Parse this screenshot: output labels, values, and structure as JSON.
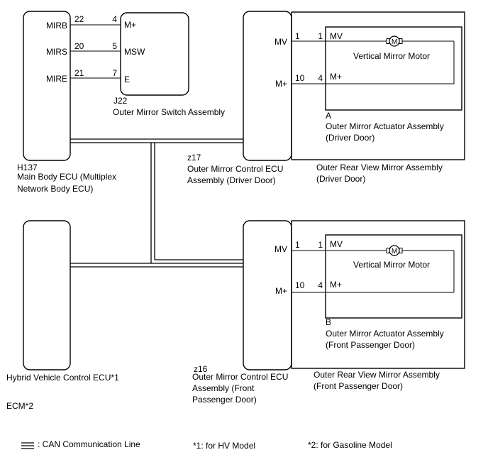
{
  "main_body_ecu": {
    "code": "H137",
    "name_line1": "Main Body ECU (Multiplex",
    "name_line2": "Network Body ECU)",
    "terminals": [
      "MIRB",
      "MIRS",
      "MIRE"
    ]
  },
  "mirror_switch": {
    "code": "J22",
    "name": "Outer Mirror Switch Assembly",
    "terminals": [
      "M+",
      "MSW",
      "E"
    ]
  },
  "wires_body_to_switch": [
    {
      "from_pin": "22",
      "to_pin": "4"
    },
    {
      "from_pin": "20",
      "to_pin": "5"
    },
    {
      "from_pin": "21",
      "to_pin": "7"
    }
  ],
  "driver_ecu": {
    "code": "z17",
    "name_line1": "Outer Mirror Control ECU",
    "name_line2": "Assembly (Driver Door)",
    "terminals": [
      "MV",
      "M+"
    ]
  },
  "driver_mirror": {
    "actuator_code": "A",
    "actuator_line1": "Outer Mirror Actuator Assembly",
    "actuator_line2": "(Driver Door)",
    "motor_label": "Vertical Mirror Motor",
    "motor_symbol": "M",
    "terminals": [
      "MV",
      "M+"
    ],
    "wires": [
      {
        "from_pin": "1",
        "to_pin": "1"
      },
      {
        "from_pin": "10",
        "to_pin": "4"
      }
    ],
    "assembly_line1": "Outer Rear View Mirror Assembly",
    "assembly_line2": "(Driver Door)"
  },
  "hybrid_ecu": {
    "name": "Hybrid Vehicle Control ECU*1",
    "alt_name": "ECM*2"
  },
  "passenger_ecu": {
    "code": "z16",
    "name_line1": "Outer Mirror Control ECU",
    "name_line2": "Assembly (Front",
    "name_line3": "Passenger Door)",
    "terminals": [
      "MV",
      "M+"
    ]
  },
  "passenger_mirror": {
    "actuator_code": "B",
    "actuator_line1": "Outer Mirror Actuator Assembly",
    "actuator_line2": "(Front Passenger Door)",
    "motor_label": "Vertical Mirror Motor",
    "motor_symbol": "M",
    "terminals": [
      "MV",
      "M+"
    ],
    "wires": [
      {
        "from_pin": "1",
        "to_pin": "1"
      },
      {
        "from_pin": "10",
        "to_pin": "4"
      }
    ],
    "assembly_line1": "Outer Rear View Mirror Assembly",
    "assembly_line2": "(Front Passenger Door)"
  },
  "legend": {
    "can_line": ": CAN Communication Line",
    "note1": "*1: for HV Model",
    "note2": "*2: for Gasoline Model"
  },
  "colors": {
    "line": "#000000",
    "background": "#ffffff"
  }
}
